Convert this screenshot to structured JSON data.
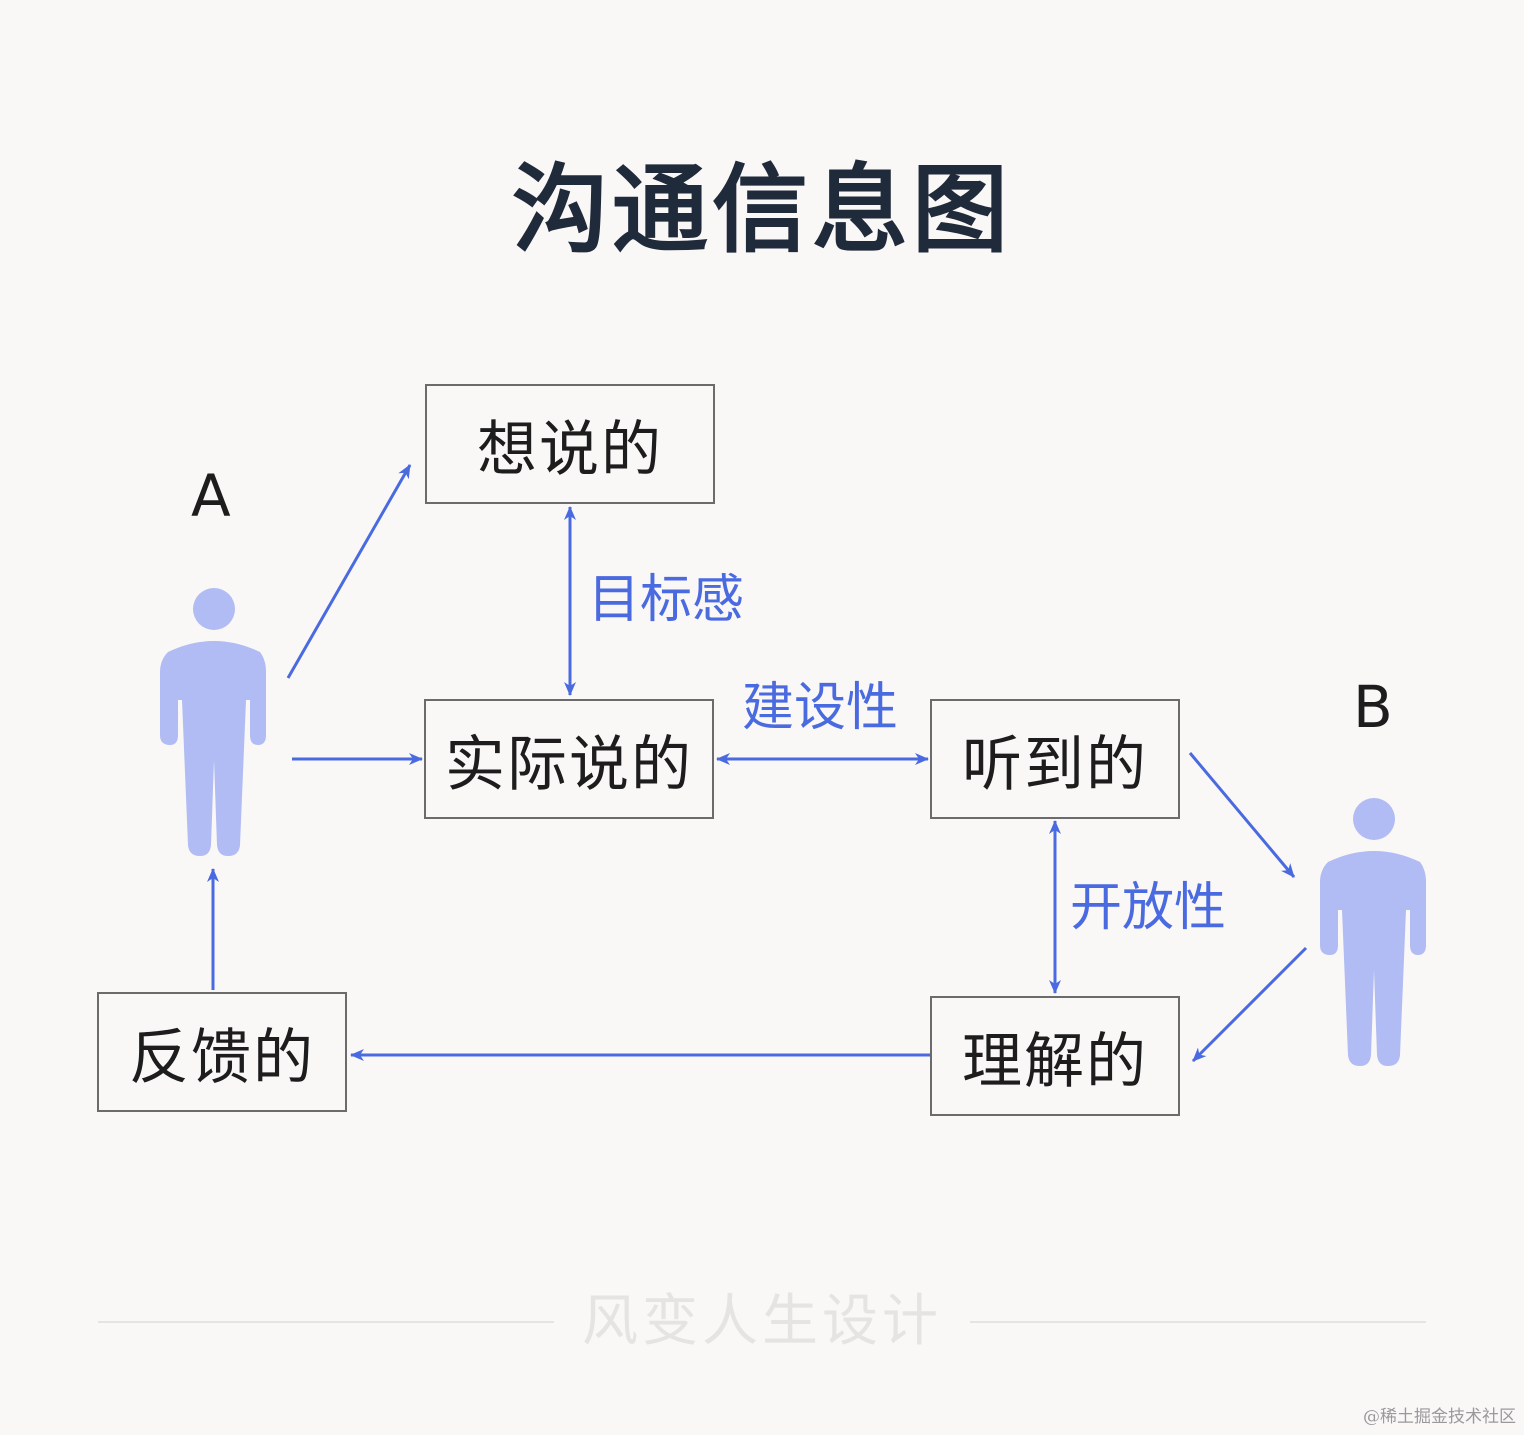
{
  "title": "沟通信息图",
  "nodes": {
    "want_to_say": "想说的",
    "actually_said": "实际说的",
    "heard": "听到的",
    "understood": "理解的",
    "feedback": "反馈的"
  },
  "edge_labels": {
    "goal": "目标感",
    "constructive": "建设性",
    "openness": "开放性"
  },
  "persons": {
    "a": "A",
    "b": "B"
  },
  "footer": {
    "brand": "风变人生设计"
  },
  "watermark": "@稀土掘金技术社区",
  "colors": {
    "arrow": "#4a6ae0",
    "person": "#b0bcf3",
    "title": "#1f2a3a"
  }
}
